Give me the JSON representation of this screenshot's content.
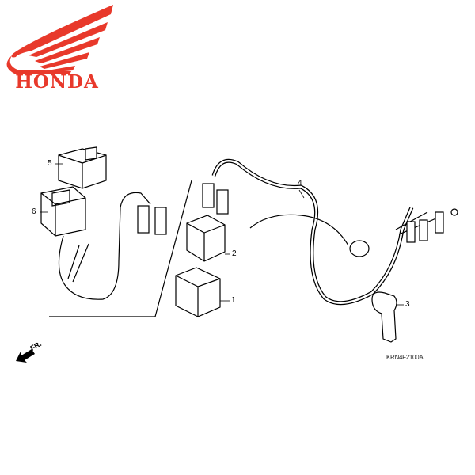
{
  "logo": {
    "brand": "HONDA",
    "color": "#e8392b"
  },
  "direction_marker": {
    "label": "FR.",
    "icon": "arrow-front-icon"
  },
  "diagram_code": "KRN4F2100A",
  "callouts": [
    {
      "number": "1"
    },
    {
      "number": "2"
    },
    {
      "number": "3"
    },
    {
      "number": "4"
    },
    {
      "number": "5"
    },
    {
      "number": "6"
    }
  ]
}
